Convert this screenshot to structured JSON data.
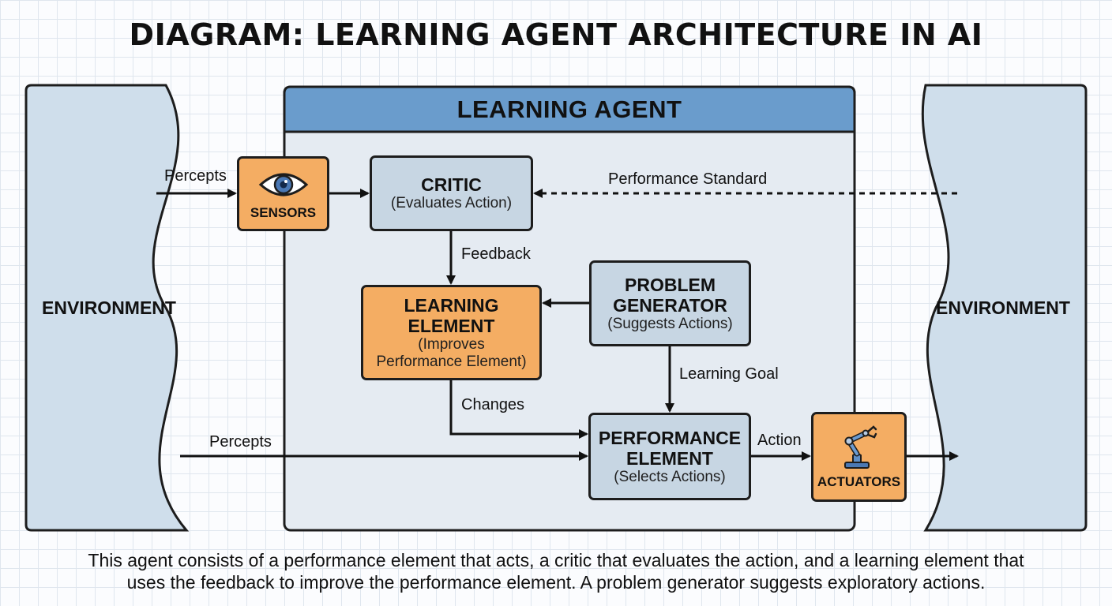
{
  "title": "DIAGRAM: LEARNING AGENT ARCHITECTURE IN AI",
  "environment": {
    "left_label": "ENVIRONMENT",
    "right_label": "ENVIRONMENT"
  },
  "agent": {
    "title": "LEARNING AGENT"
  },
  "nodes": {
    "sensors": {
      "label": "SENSORS",
      "icon": "eye-icon"
    },
    "critic": {
      "name": "CRITIC",
      "sub": "(Evaluates Action)"
    },
    "learning_element": {
      "name_line1": "LEARNING",
      "name_line2": "ELEMENT",
      "sub_line1": "(Improves",
      "sub_line2": "Performance Element)"
    },
    "problem_generator": {
      "name_line1": "PROBLEM",
      "name_line2": "GENERATOR",
      "sub": "(Suggests Actions)"
    },
    "performance_element": {
      "name_line1": "PERFORMANCE",
      "name_line2": "ELEMENT",
      "sub": "(Selects Actions)"
    },
    "actuators": {
      "label": "ACTUATORS",
      "icon": "robot-arm-icon"
    }
  },
  "edges": {
    "percepts_top": "Percepts",
    "performance_standard": "Performance Standard",
    "feedback": "Feedback",
    "learning_goal": "Learning Goal",
    "changes": "Changes",
    "percepts_bottom": "Percepts",
    "action": "Action"
  },
  "caption": {
    "line1": "This agent consists of a performance element that acts, a critic that evaluates the action, and a learning element that",
    "line2": "uses the feedback to improve the performance element. A problem generator suggests exploratory actions."
  },
  "colors": {
    "blue_box": "#c7d6e3",
    "orange_box": "#f4ad63",
    "agent_header": "#6a9ccc",
    "agent_body": "#e5ebf2",
    "environment": "#cfdeeb"
  }
}
